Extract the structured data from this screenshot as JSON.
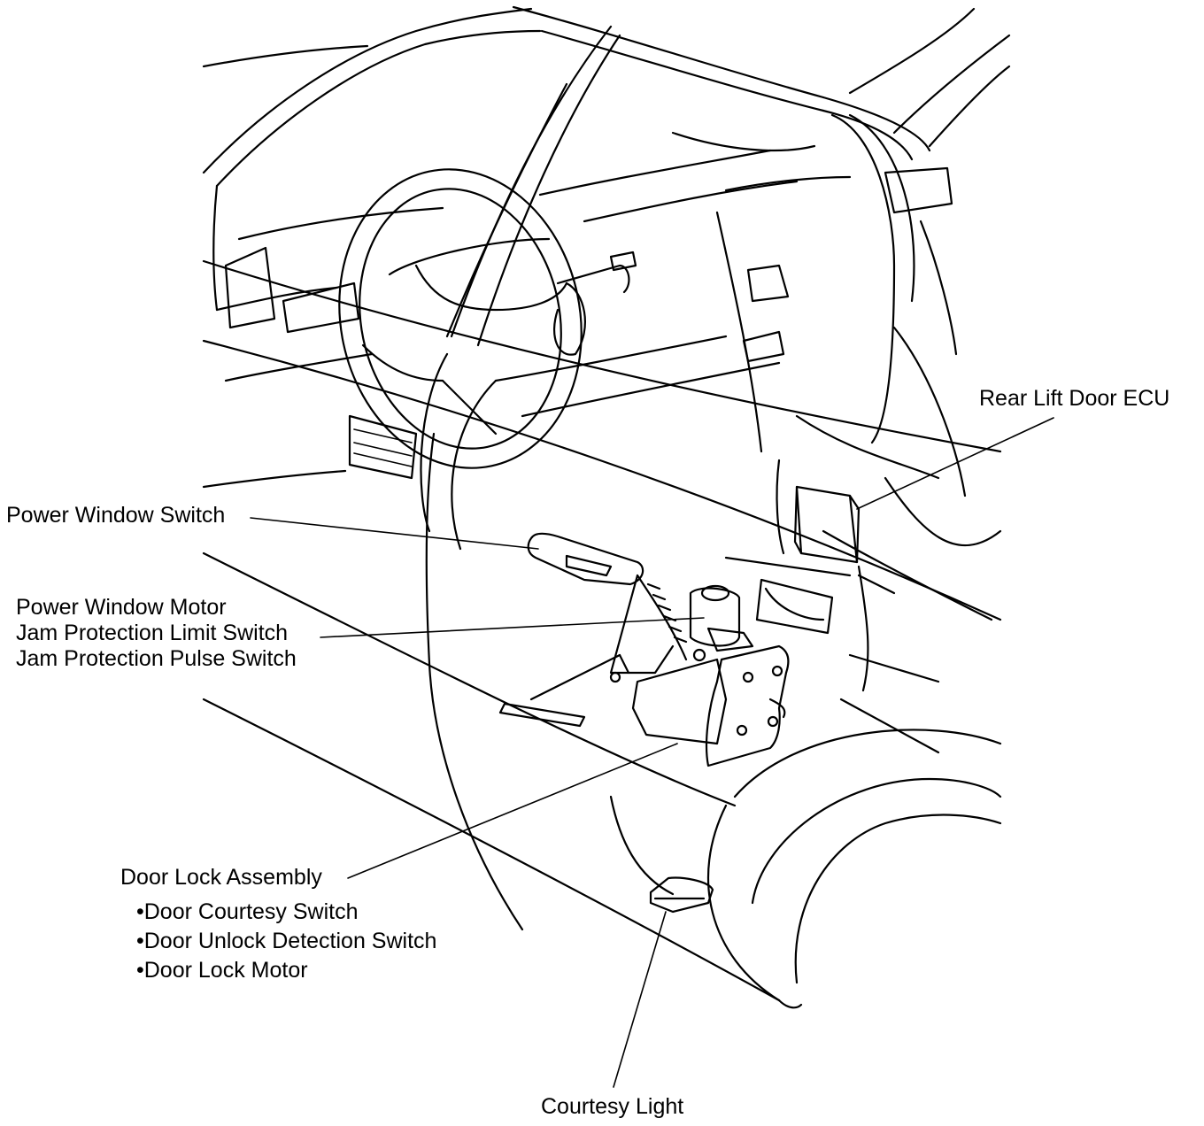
{
  "labels": {
    "rear_lift_door_ecu": "Rear Lift Door ECU",
    "power_window_switch": "Power Window Switch",
    "motor_group": [
      "Power Window Motor",
      "Jam Protection Limit Switch",
      "Jam Protection Pulse Switch"
    ],
    "door_lock_assembly": "Door Lock Assembly",
    "door_lock_items": [
      "•Door Courtesy Switch",
      "•Door Unlock Detection Switch",
      "•Door Lock Motor"
    ],
    "courtesy_light": "Courtesy Light"
  }
}
